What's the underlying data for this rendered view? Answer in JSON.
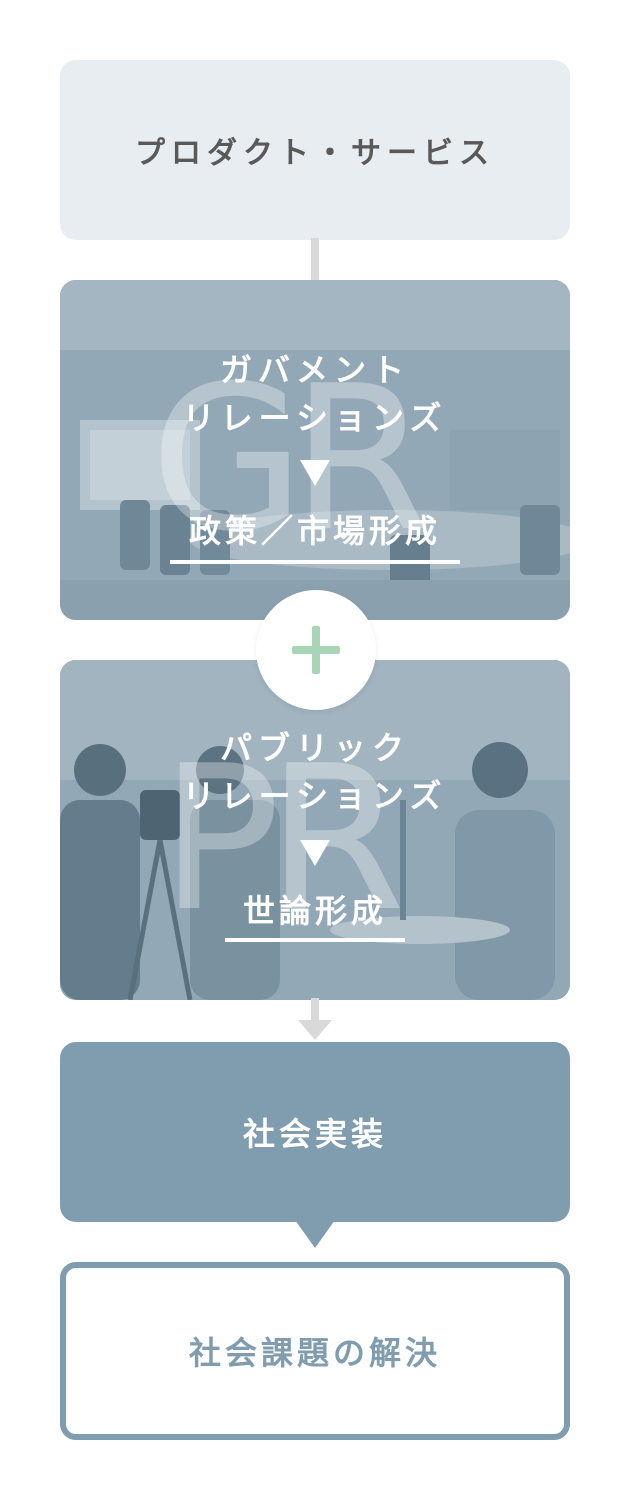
{
  "top_box": {
    "label": "プロダクト・サービス"
  },
  "gr": {
    "big_letters": "GR",
    "title_line1": "ガバメント",
    "title_line2": "リレーションズ",
    "result": "政策／市場形成"
  },
  "pr": {
    "big_letters": "PR",
    "title_line1": "パブリック",
    "title_line2": "リレーションズ",
    "result": "世論形成"
  },
  "implementation": {
    "label": "社会実装"
  },
  "solution": {
    "label": "社会課題の解決"
  },
  "colors": {
    "top_box_bg": "#e8edf1",
    "photo_overlay": "#93a8b6",
    "implementation_bg": "#7f9daf",
    "plus_green": "#a8d5b5",
    "connector_grey": "#d9d9d9"
  }
}
